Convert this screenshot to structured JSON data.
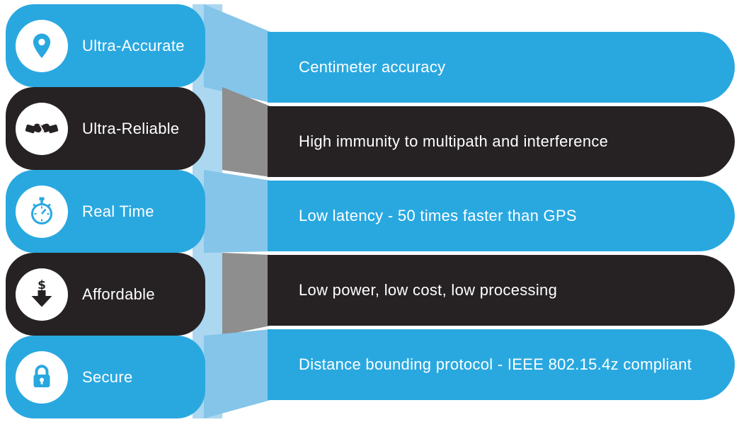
{
  "palette": {
    "blue": "#29A8E0",
    "dark": "#262223",
    "light_blue_strip": "#ABD7F0",
    "ribbon_blue": "#84C5E9",
    "ribbon_gray": "#8E8E8E",
    "text": "#FFFFFF"
  },
  "rows": [
    {
      "label": "Ultra-Accurate",
      "description": "Centimeter accuracy",
      "icon": "location-pin-icon",
      "theme": "blue"
    },
    {
      "label": "Ultra-Reliable",
      "description": "High immunity to multipath and interference",
      "icon": "handshake-icon",
      "theme": "dark"
    },
    {
      "label": "Real Time",
      "description": "Low latency - 50 times faster than GPS",
      "icon": "stopwatch-icon",
      "theme": "blue"
    },
    {
      "label": "Affordable",
      "description": "Low power, low cost, low processing",
      "icon": "dollar-down-arrow-icon",
      "theme": "dark"
    },
    {
      "label": "Secure",
      "description": "Distance bounding protocol - IEEE 802.15.4z compliant",
      "icon": "lock-icon",
      "theme": "blue"
    }
  ]
}
